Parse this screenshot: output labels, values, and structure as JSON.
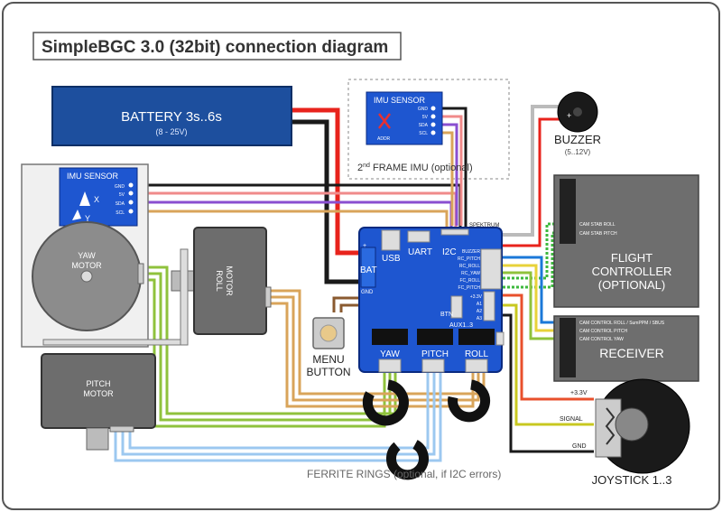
{
  "title": "SimpleBGC 3.0 (32bit) connection diagram",
  "battery": {
    "label": "BATTERY 3s..6s",
    "sub": "(8 - 25V)"
  },
  "imu_main": {
    "title": "IMU SENSOR",
    "pins": [
      "GND",
      "5V",
      "SDA",
      "SCL"
    ],
    "x": "X",
    "y": "Y"
  },
  "imu_frame": {
    "title": "IMU SENSOR",
    "pins": [
      "GND",
      "5V",
      "SDA",
      "SCL"
    ],
    "addr": "ADDR",
    "caption_pre": "2",
    "caption_sup": "nd",
    "caption_post": " FRAME IMU (optional)"
  },
  "buzzer": {
    "label": "BUZZER",
    "sub": "(5..12V)",
    "plus": "+"
  },
  "board": {
    "usb": "USB",
    "uart": "UART",
    "i2c": "I2C",
    "spektrum": "SPEKTRUM",
    "bat": "BAT",
    "plus": "+",
    "gnd": "GND",
    "rc_pins": [
      "BUZZER",
      "RC_PITCH",
      "RC_ROLL",
      "RC_YAW",
      "FC_ROLL",
      "FC_PITCH"
    ],
    "aux_pins": [
      "+3.3V",
      "A1",
      "A2",
      "A3"
    ],
    "btn": "BTN",
    "aux": "AUX1..3",
    "motors": [
      "YAW",
      "PITCH",
      "ROLL"
    ]
  },
  "flight_controller": {
    "label1": "FLIGHT",
    "label2": "CONTROLLER",
    "label3": "(OPTIONAL)",
    "pin1": "CAM STAB ROLL",
    "pin2": "CAM STAB PITCH"
  },
  "receiver": {
    "label": "RECEIVER",
    "pin1": "CAM CONTROL ROLL / SumPPM / SBUS",
    "pin2": "CAM CONTROL PITCH",
    "pin3": "CAM CONTROL YAW"
  },
  "joystick": {
    "label": "JOYSTICK 1..3",
    "v33": "+3.3V",
    "signal": "SIGNAL",
    "gnd": "GND"
  },
  "motors": {
    "yaw": [
      "YAW",
      "MOTOR"
    ],
    "roll": [
      "ROLL",
      "MOTOR"
    ],
    "pitch": [
      "PITCH",
      "MOTOR"
    ]
  },
  "menu_button": [
    "MENU",
    "BUTTON"
  ],
  "ferrite": "FERRITE RINGS (optional, if I2C errors)",
  "colors": {
    "red": "#e8231c",
    "black": "#1a1a1a",
    "pink": "#f08a8a",
    "violet": "#8a4fd0",
    "tan": "#d9a45a",
    "green": "#8fc23c",
    "blue_light": "#9cc8f0",
    "board": "#1e56d0",
    "battery": "#1d4f9e"
  }
}
